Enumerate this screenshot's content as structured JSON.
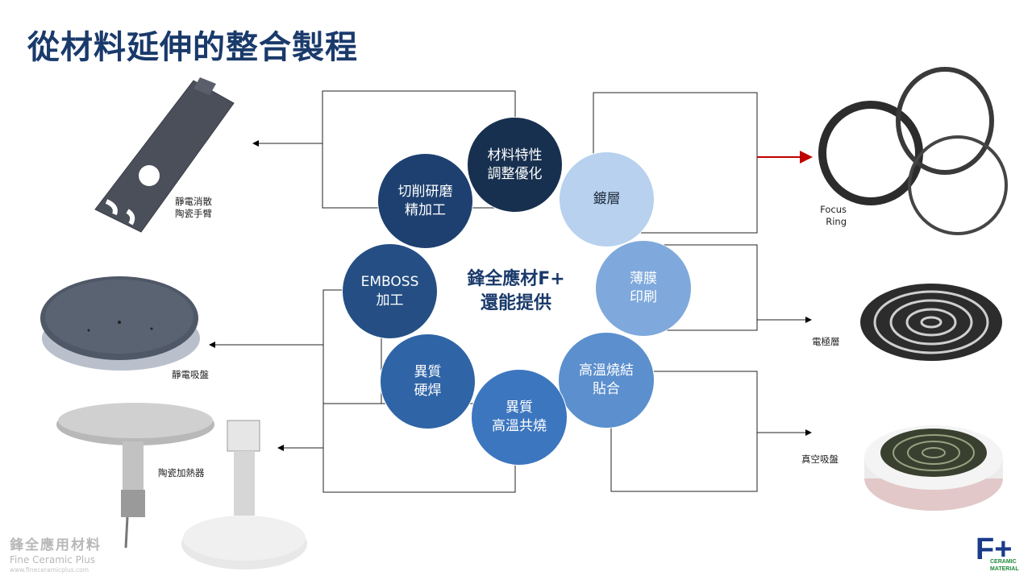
{
  "title": "從材料延伸的整合製程",
  "center": {
    "line1": "鋒全應材F+",
    "line2": "還能提供"
  },
  "processes": [
    {
      "line1": "材料特性",
      "line2": "調整優化"
    },
    {
      "line1": "鍍層",
      "line2": ""
    },
    {
      "line1": "薄膜",
      "line2": "印刷"
    },
    {
      "line1": "高溫燒結",
      "line2": "貼合"
    },
    {
      "line1": "異質",
      "line2": "高溫共燒"
    },
    {
      "line1": "異質",
      "line2": "硬焊"
    },
    {
      "line1": "EMBOSS",
      "line2": "加工"
    },
    {
      "line1": "切削研磨",
      "line2": "精加工"
    }
  ],
  "products": {
    "arm": {
      "line1": "靜電消散",
      "line2": "陶瓷手臂"
    },
    "esc": "靜電吸盤",
    "heater": "陶瓷加熱器",
    "focus_ring": {
      "line1": "Focus",
      "line2": "Ring"
    },
    "electrode": "電極層",
    "vacuum": "真空吸盤"
  },
  "brand": {
    "zh": "鋒全應用材料",
    "en": "Fine Ceramic Plus",
    "url": "www.fineceramicplus.com"
  },
  "logo": {
    "mark": "F+",
    "line1": "CERAMIC",
    "line2": "MATERIAL"
  },
  "colors": {
    "title": "#1a3a6b",
    "circle_1": "#17304f",
    "circle_2": "#b7d1ee",
    "circle_3": "#7fa9dc",
    "circle_4": "#5b8fcd",
    "circle_5": "#3c76bf",
    "circle_6": "#2f64a6",
    "circle_7": "#254f84",
    "circle_8": "#1e4070",
    "arrow_highlight": "#c00000",
    "logo_green": "#1f8a3a",
    "logo_blue": "#1a3a8a"
  }
}
